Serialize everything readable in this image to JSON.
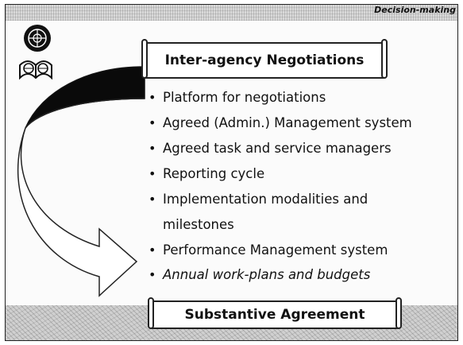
{
  "corner_label": "Decision-making",
  "top_banner": "Inter-agency Negotiations",
  "bullets": [
    {
      "text": "Platform for negotiations"
    },
    {
      "text": "Agreed (Admin.) Management system"
    },
    {
      "text": "Agreed task and service managers"
    },
    {
      "text": "Reporting cycle"
    },
    {
      "text": "Implementation modalities and"
    },
    {
      "text": "milestones"
    },
    {
      "text": "Performance Management system"
    },
    {
      "text": "Annual work-plans and budgets"
    }
  ],
  "bottom_banner": "Substantive Agreement",
  "icons": [
    "un-emblem-icon",
    "open-book-globe-icon",
    "curved-arrow-icon"
  ]
}
